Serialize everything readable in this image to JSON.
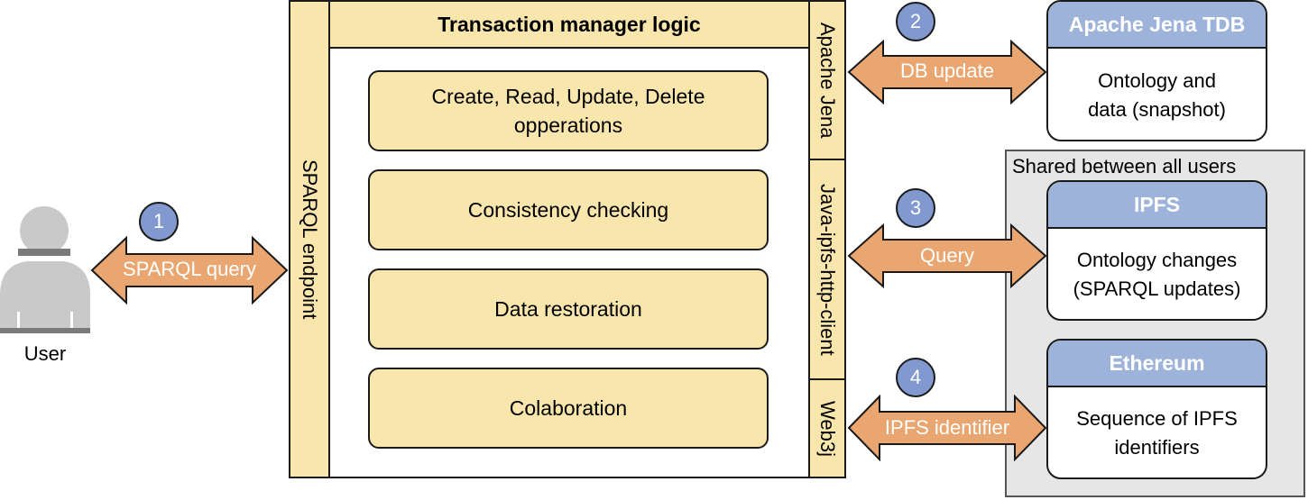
{
  "user": {
    "label": "User"
  },
  "arrows": {
    "sparql_query": "SPARQL query",
    "db_update": "DB update",
    "query": "Query",
    "ipfs_identifier": "IPFS identifier"
  },
  "badges": [
    "1",
    "2",
    "3",
    "4"
  ],
  "sparql_endpoint": "SPARQL endpoint",
  "transaction_manager": {
    "title": "Transaction manager logic",
    "operations": [
      "Create, Read, Update, Delete\nopperations",
      "Consistency checking",
      "Data restoration",
      "Colaboration"
    ]
  },
  "clients": {
    "apache_jena": "Apache Jena",
    "java_ipfs": "Java-ipfs-http-client",
    "web3j": "Web3j"
  },
  "shared_region": {
    "label": "Shared between all users"
  },
  "stores": {
    "jena": {
      "title": "Apache Jena TDB",
      "body": "Ontology and\ndata (snapshot)"
    },
    "ipfs": {
      "title": "IPFS",
      "body": "Ontology changes\n(SPARQL updates)"
    },
    "ethereum": {
      "title": "Ethereum",
      "body": "Sequence of IPFS\nidentifiers"
    }
  },
  "colors": {
    "yellow_fill": "#f9e6ac",
    "arrow_fill": "#e9a670",
    "header_blue": "#9eb3da",
    "badge_blue": "#8199cf",
    "shared_gray": "#e6e6e6",
    "user_gray": "#c9c9c9"
  }
}
